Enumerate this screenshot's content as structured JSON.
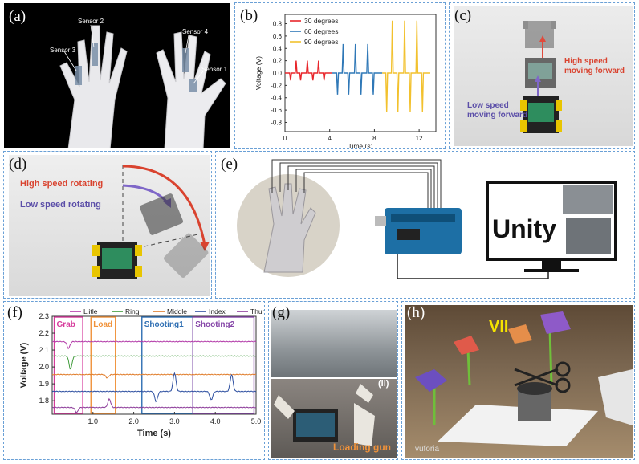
{
  "panels": {
    "a": {
      "label": "(a)",
      "sensors": [
        "Sensor 2",
        "Sensor 3",
        "Sensor 4",
        "Sensor 1"
      ]
    },
    "b": {
      "label": "(b)"
    },
    "c": {
      "label": "(c)",
      "high": "High speed moving forward",
      "low": "Low speed moving forward"
    },
    "d": {
      "label": "(d)",
      "high": "High speed rotating",
      "low": "Low speed rotating"
    },
    "e": {
      "label": "(e)",
      "unity": "Unity"
    },
    "f": {
      "label": "(f)"
    },
    "g": {
      "label": "(g)",
      "ii": "(ii)",
      "caption": "Loading gun"
    },
    "h": {
      "label": "(h)",
      "vii": "VII",
      "watermark": "vuforia"
    }
  },
  "chart_data": [
    {
      "id": "b",
      "type": "line",
      "xlabel": "Time (s)",
      "ylabel": "Voltage (V)",
      "xlim": [
        0,
        13.5
      ],
      "ylim": [
        -0.95,
        0.95
      ],
      "xticks": [
        0,
        4,
        8,
        12
      ],
      "yticks": [
        0.8,
        0.6,
        0.4,
        0.2,
        0.0,
        -0.2,
        -0.4,
        -0.6,
        -0.8
      ],
      "ytick_labels": [
        "0.8",
        "0.6",
        "0.4",
        "0.2",
        "0.0",
        "-0.2",
        "-0.4",
        "-0.6",
        "-0.8"
      ],
      "legend": "top-left",
      "series": [
        {
          "name": "30 degrees",
          "color": "#e8262b",
          "x_range": [
            0,
            4.2
          ],
          "peaks": [
            {
              "t": 0.5,
              "v": -0.12
            },
            {
              "t": 1.0,
              "v": 0.2
            },
            {
              "t": 1.4,
              "v": -0.12
            },
            {
              "t": 2.0,
              "v": 0.2
            },
            {
              "t": 2.5,
              "v": -0.12
            },
            {
              "t": 3.0,
              "v": 0.2
            },
            {
              "t": 3.5,
              "v": -0.12
            }
          ]
        },
        {
          "name": "60 degrees",
          "color": "#2f78b7",
          "x_range": [
            4.2,
            8.7
          ],
          "peaks": [
            {
              "t": 4.7,
              "v": -0.35
            },
            {
              "t": 5.2,
              "v": 0.47
            },
            {
              "t": 5.7,
              "v": -0.35
            },
            {
              "t": 6.3,
              "v": 0.47
            },
            {
              "t": 6.8,
              "v": -0.35
            },
            {
              "t": 7.4,
              "v": 0.47
            },
            {
              "t": 7.9,
              "v": -0.35
            }
          ]
        },
        {
          "name": "90 degrees",
          "color": "#f2c12e",
          "x_range": [
            8.7,
            13.0
          ],
          "peaks": [
            {
              "t": 9.1,
              "v": -0.63
            },
            {
              "t": 9.6,
              "v": 0.85
            },
            {
              "t": 10.1,
              "v": -0.63
            },
            {
              "t": 10.7,
              "v": 0.85
            },
            {
              "t": 11.2,
              "v": -0.63
            },
            {
              "t": 11.8,
              "v": 0.85
            },
            {
              "t": 12.3,
              "v": -0.63
            }
          ]
        }
      ]
    },
    {
      "id": "f",
      "type": "line",
      "xlabel": "Time (s)",
      "ylabel": "Voltage  (V)",
      "xlim": [
        0,
        5.0
      ],
      "ylim": [
        1.72,
        2.3
      ],
      "xticks": [
        1.0,
        2.0,
        3.0,
        4.0,
        5.0
      ],
      "xtick_labels": [
        "1.0",
        "2.0",
        "3.0",
        "4.0",
        "5.0"
      ],
      "yticks": [
        2.3,
        2.2,
        2.1,
        2.0,
        1.9,
        1.8
      ],
      "ytick_labels": [
        "2.3",
        "2.2",
        "2.1",
        "2.0",
        "1.9",
        "1.8"
      ],
      "legend": "top",
      "series": [
        {
          "name": "Liitle",
          "color": "#b23aa8",
          "base": 2.15,
          "events": [
            {
              "t": 0.4,
              "d": -0.04
            }
          ]
        },
        {
          "name": "Ring",
          "color": "#3f9a3a",
          "base": 2.065,
          "events": [
            {
              "t": 0.45,
              "d": -0.08
            }
          ]
        },
        {
          "name": "Middle",
          "color": "#e07b28",
          "base": 1.955,
          "events": [
            {
              "t": 1.35,
              "d": -0.02
            }
          ]
        },
        {
          "name": "Index",
          "color": "#2d4fa0",
          "base": 1.855,
          "events": [
            {
              "t": 2.55,
              "d": -0.06
            },
            {
              "t": 3.0,
              "d": 0.11
            },
            {
              "t": 3.9,
              "d": -0.05
            },
            {
              "t": 4.4,
              "d": 0.1
            }
          ]
        },
        {
          "name": "Thumb",
          "color": "#8c3b99",
          "base": 1.76,
          "events": [
            {
              "t": 0.6,
              "d": -0.03
            },
            {
              "t": 1.4,
              "d": 0.05
            }
          ]
        }
      ],
      "regions": [
        {
          "label": "Grab",
          "color": "#d63b9b",
          "x": [
            0.05,
            0.75
          ]
        },
        {
          "label": "Load",
          "color": "#f0923a",
          "x": [
            0.95,
            1.55
          ]
        },
        {
          "label": "Shooting1",
          "color": "#2f6fb3",
          "x": [
            2.2,
            3.45
          ]
        },
        {
          "label": "Shooting2",
          "color": "#8646a8",
          "x": [
            3.45,
            4.95
          ]
        }
      ]
    }
  ]
}
